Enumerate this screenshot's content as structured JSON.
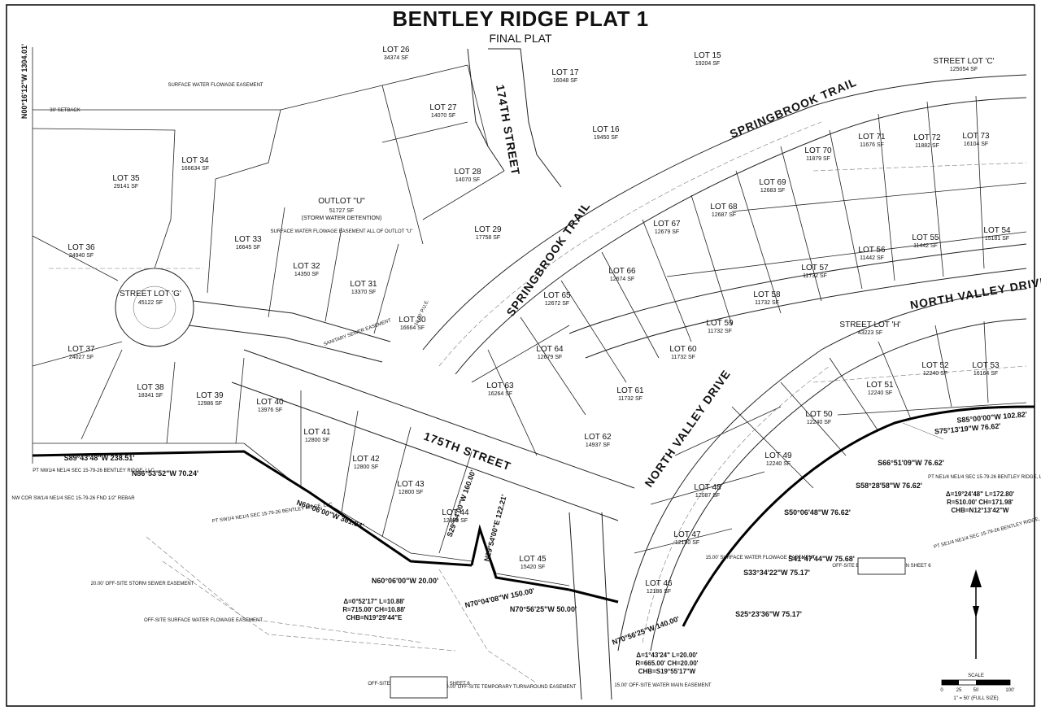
{
  "title": "BENTLEY RIDGE PLAT 1",
  "subtitle": "FINAL PLAT",
  "streets": {
    "st174": "174TH STREET",
    "st175": "175TH STREET",
    "springbrook_upper": "SPRINGBROOK TRAIL",
    "springbrook_lower": "SPRINGBROOK TRAIL",
    "north_valley_upper": "NORTH VALLEY DRIVE",
    "north_valley_lower": "NORTH VALLEY DRIVE"
  },
  "lots": [
    {
      "label": "LOT 26",
      "area": "34374 SF"
    },
    {
      "label": "LOT 15",
      "area": "19204 SF"
    },
    {
      "label": "LOT 17",
      "area": "16048 SF"
    },
    {
      "label": "LOT 27",
      "area": "14070 SF"
    },
    {
      "label": "LOT 16",
      "area": "19450 SF"
    },
    {
      "label": "LOT 28",
      "area": "14070 SF"
    },
    {
      "label": "LOT 29",
      "area": "17758 SF"
    },
    {
      "label": "LOT 34",
      "area": "166634 SF"
    },
    {
      "label": "LOT 35",
      "area": "29141 SF"
    },
    {
      "label": "LOT 36",
      "area": "24940 SF"
    },
    {
      "label": "LOT 33",
      "area": "16645 SF"
    },
    {
      "label": "LOT 32",
      "area": "14350 SF"
    },
    {
      "label": "LOT 31",
      "area": "13370 SF"
    },
    {
      "label": "LOT 30",
      "area": "16664 SF"
    },
    {
      "label": "LOT 37",
      "area": "24027 SF"
    },
    {
      "label": "LOT 38",
      "area": "18341 SF"
    },
    {
      "label": "LOT 39",
      "area": "12986 SF"
    },
    {
      "label": "LOT 40",
      "area": "13976 SF"
    },
    {
      "label": "LOT 41",
      "area": "12800 SF"
    },
    {
      "label": "LOT 42",
      "area": "12800 SF"
    },
    {
      "label": "LOT 43",
      "area": "12800 SF"
    },
    {
      "label": "LOT 44",
      "area": "12800 SF"
    },
    {
      "label": "LOT 45",
      "area": "15420 SF"
    },
    {
      "label": "LOT 46",
      "area": "12186 SF"
    },
    {
      "label": "LOT 47",
      "area": "12190 SF"
    },
    {
      "label": "LOT 48",
      "area": "12087 SF"
    },
    {
      "label": "LOT 49",
      "area": "12240 SF"
    },
    {
      "label": "LOT 50",
      "area": "12240 SF"
    },
    {
      "label": "LOT 51",
      "area": "12240 SF"
    },
    {
      "label": "LOT 52",
      "area": "12240 SF"
    },
    {
      "label": "LOT 53",
      "area": "16164 SF"
    },
    {
      "label": "LOT 54",
      "area": "15181 SF"
    },
    {
      "label": "LOT 55",
      "area": "11442 SF"
    },
    {
      "label": "LOT 56",
      "area": "11442 SF"
    },
    {
      "label": "LOT 57",
      "area": "11732 SF"
    },
    {
      "label": "LOT 58",
      "area": "11732 SF"
    },
    {
      "label": "LOT 59",
      "area": "11732 SF"
    },
    {
      "label": "LOT 60",
      "area": "11732 SF"
    },
    {
      "label": "LOT 61",
      "area": "11732 SF"
    },
    {
      "label": "LOT 62",
      "area": "14937 SF"
    },
    {
      "label": "LOT 63",
      "area": "16264 SF"
    },
    {
      "label": "LOT 64",
      "area": "12679 SF"
    },
    {
      "label": "LOT 65",
      "area": "12672 SF"
    },
    {
      "label": "LOT 66",
      "area": "12674 SF"
    },
    {
      "label": "LOT 67",
      "area": "12679 SF"
    },
    {
      "label": "LOT 68",
      "area": "12687 SF"
    },
    {
      "label": "LOT 69",
      "area": "12683 SF"
    },
    {
      "label": "LOT 70",
      "area": "11879 SF"
    },
    {
      "label": "LOT 71",
      "area": "11676 SF"
    },
    {
      "label": "LOT 72",
      "area": "11882 SF"
    },
    {
      "label": "LOT 73",
      "area": "16104 SF"
    }
  ],
  "special": {
    "outlot_label": "OUTLOT \"U\"",
    "outlot_area": "51727 SF",
    "outlot_note": "(STORM WATER DETENTION)",
    "outlot_easement": "SURFACE WATER FLOWAGE EASEMENT ALL OF OUTLOT \"U\"",
    "street_lot_g": "STREET LOT 'G'",
    "street_lot_g_area": "45122 SF",
    "street_lot_h": "STREET LOT 'H'",
    "street_lot_h_area": "43223 SF",
    "street_lot_c": "STREET LOT 'C'",
    "street_lot_c_area": "125054 SF"
  },
  "bearings": [
    {
      "text": "N00°16'12\"W 1304.01'"
    },
    {
      "text": "S89°43'48\"W 238.51'"
    },
    {
      "text": "N86°53'52\"W 70.24'"
    },
    {
      "text": "N60°06'00\"W 361.84'"
    },
    {
      "text": "S29°54'00\"W 160.00'"
    },
    {
      "text": "N29°54'00\"E 122.21'"
    },
    {
      "text": "N70°04'08\"W 150.00'"
    },
    {
      "text": "N70°56'25\"W 50.00'"
    },
    {
      "text": "N70°56'25\"W 140.00'"
    },
    {
      "text": "S85°00'00\"W 102.82'"
    },
    {
      "text": "S75°13'19\"W 76.62'"
    },
    {
      "text": "S66°51'09\"W 76.62'"
    },
    {
      "text": "S58°28'58\"W 76.62'"
    },
    {
      "text": "S50°06'48\"W 76.62'"
    },
    {
      "text": "S41°47'44\"W 75.68'"
    },
    {
      "text": "S33°34'22\"W 75.17'"
    },
    {
      "text": "S25°23'36\"W 75.17'"
    },
    {
      "text": "N60°06'00\"W 20.00'"
    }
  ],
  "curves": [
    {
      "line1": "Δ=0°52'17\" L=10.88'",
      "line2": "R=715.00' CH=10.88'",
      "line3": "CHB=N19°29'44\"E"
    },
    {
      "line1": "Δ=1°43'24\" L=20.00'",
      "line2": "R=665.00' CH=20.00'",
      "line3": "CHB=S19°55'17\"W"
    },
    {
      "line1": "Δ=19°24'48\" L=172.80'",
      "line2": "R=510.00' CH=171.98'",
      "line3": "CHB=N12°13'42\"W"
    }
  ],
  "notes": [
    {
      "text": "SURFACE WATER FLOWAGE EASEMENT"
    },
    {
      "text": "30' SETBACK"
    },
    {
      "text": "PT NW1/4 NE1/4 SEC 15-79-26 BENTLEY RIDGE, LLC"
    },
    {
      "text": "NW COR SW1/4 NE1/4 SEC 15-79-26 FND 1/2\" REBAR"
    },
    {
      "text": "PT SW1/4 NE1/4 SEC 15-79-26 BENTLEY RIDGE, LLC"
    },
    {
      "text": "20.00' OFF-SITE STORM SEWER EASEMENT"
    },
    {
      "text": "OFF-SITE SURFACE WATER FLOWAGE EASEMENT"
    },
    {
      "text": "OFF-SITE EASEMENT DETAILS ON SHEET 6"
    },
    {
      "text": "100.00' OFF-SITE TEMPORARY TURNAROUND EASEMENT"
    },
    {
      "text": "15.00' OFF-SITE WATER MAIN EASEMENT"
    },
    {
      "text": "OFF-SITE EASEMENT DETAIL ON SHEET 6"
    },
    {
      "text": "15.00' SURFACE WATER FLOWAGE EASEMENT"
    },
    {
      "text": "PT SE1/4 NE1/4 SEC 15-79-26 BENTLEY RIDGE, LLC"
    },
    {
      "text": "PT NE1/4 NE1/4 SEC 15-79-26 BENTLEY RIDGE, LLC"
    },
    {
      "text": "SANITARY SEWER EASEMENT"
    },
    {
      "text": "10.00' P.U.E."
    }
  ],
  "scale": {
    "label": "SCALE",
    "ticks": [
      "0",
      "25",
      "50",
      "100'"
    ],
    "ratio": "1\" = 50' (FULL SIZE)"
  }
}
